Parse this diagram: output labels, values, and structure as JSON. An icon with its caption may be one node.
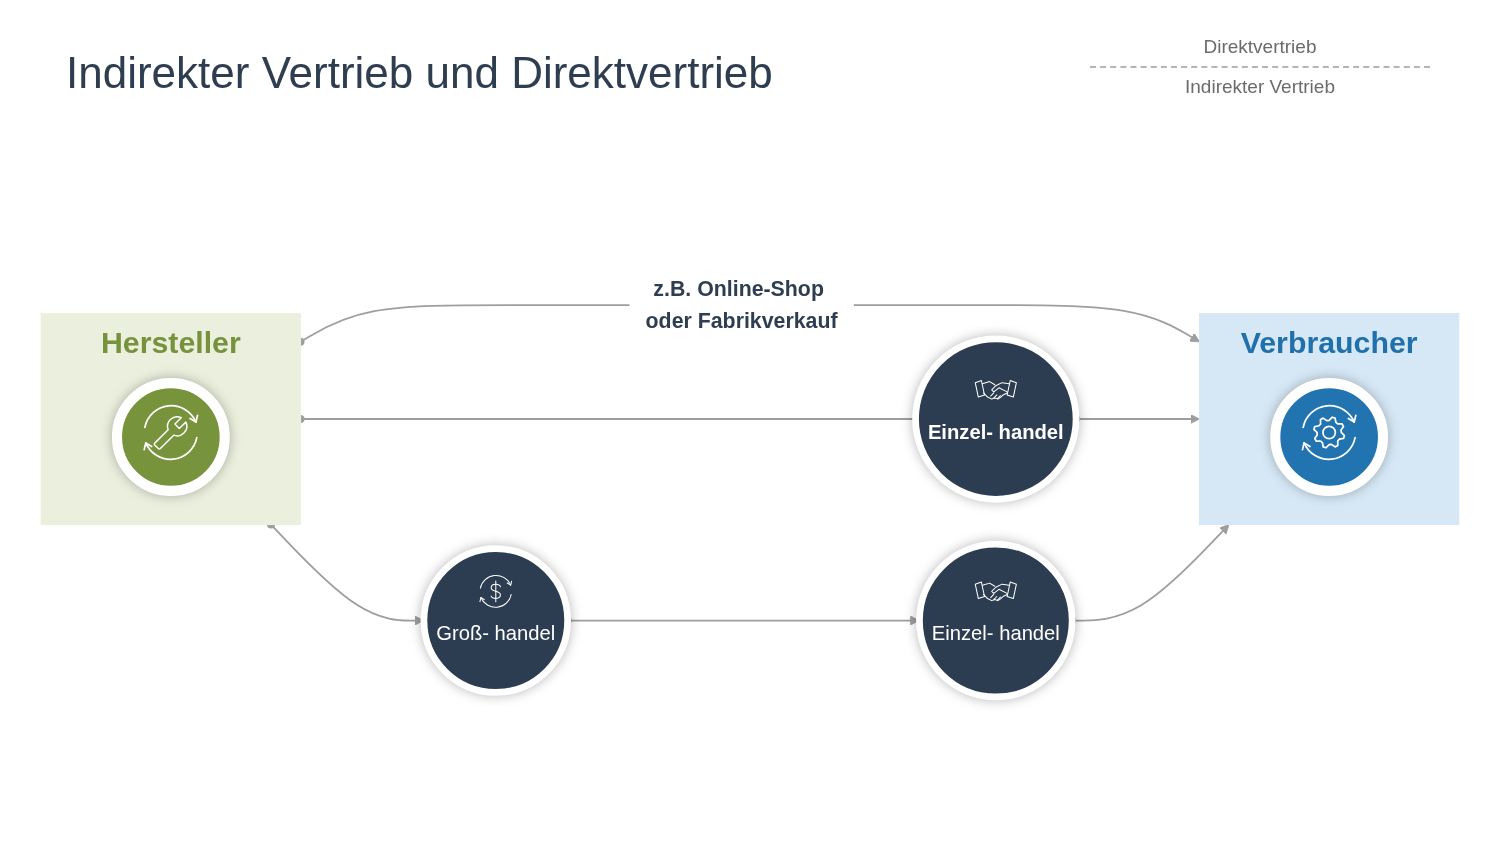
{
  "diagram": {
    "title": "Indirekter Vertrieb und Direktvertrieb",
    "nodes": [
      {
        "text": [
          "Hersteller"
        ]
      },
      {
        "text": [],
        "shape": "circle",
        "in": 0
      },
      {
        "text": [
          "Verbraucher"
        ]
      },
      {
        "text": [],
        "shape": "circle",
        "in": 2
      },
      {
        "text": [
          "Einzel- handel"
        ]
      },
      {
        "text": [
          "Groß- handel"
        ]
      },
      {
        "text": [
          "Einzel- handel"
        ]
      }
    ],
    "edges": [
      {
        "from": 0,
        "to": 2,
        "arrow": "to",
        "label": "z.B. Online-Shop oder Fabrikverkauf"
      },
      {
        "from": 0,
        "to": 4,
        "arrow": "other"
      },
      {
        "from": 4,
        "to": 2,
        "arrow": "to"
      },
      {
        "from": 0,
        "to": 5,
        "arrow": "to"
      },
      {
        "from": 5,
        "to": 6,
        "arrow": "to"
      },
      {
        "from": 6,
        "to": 2,
        "arrow": "to"
      }
    ],
    "labels": [
      "Direktvertrieb",
      "Indirekter Vertrieb"
    ]
  }
}
